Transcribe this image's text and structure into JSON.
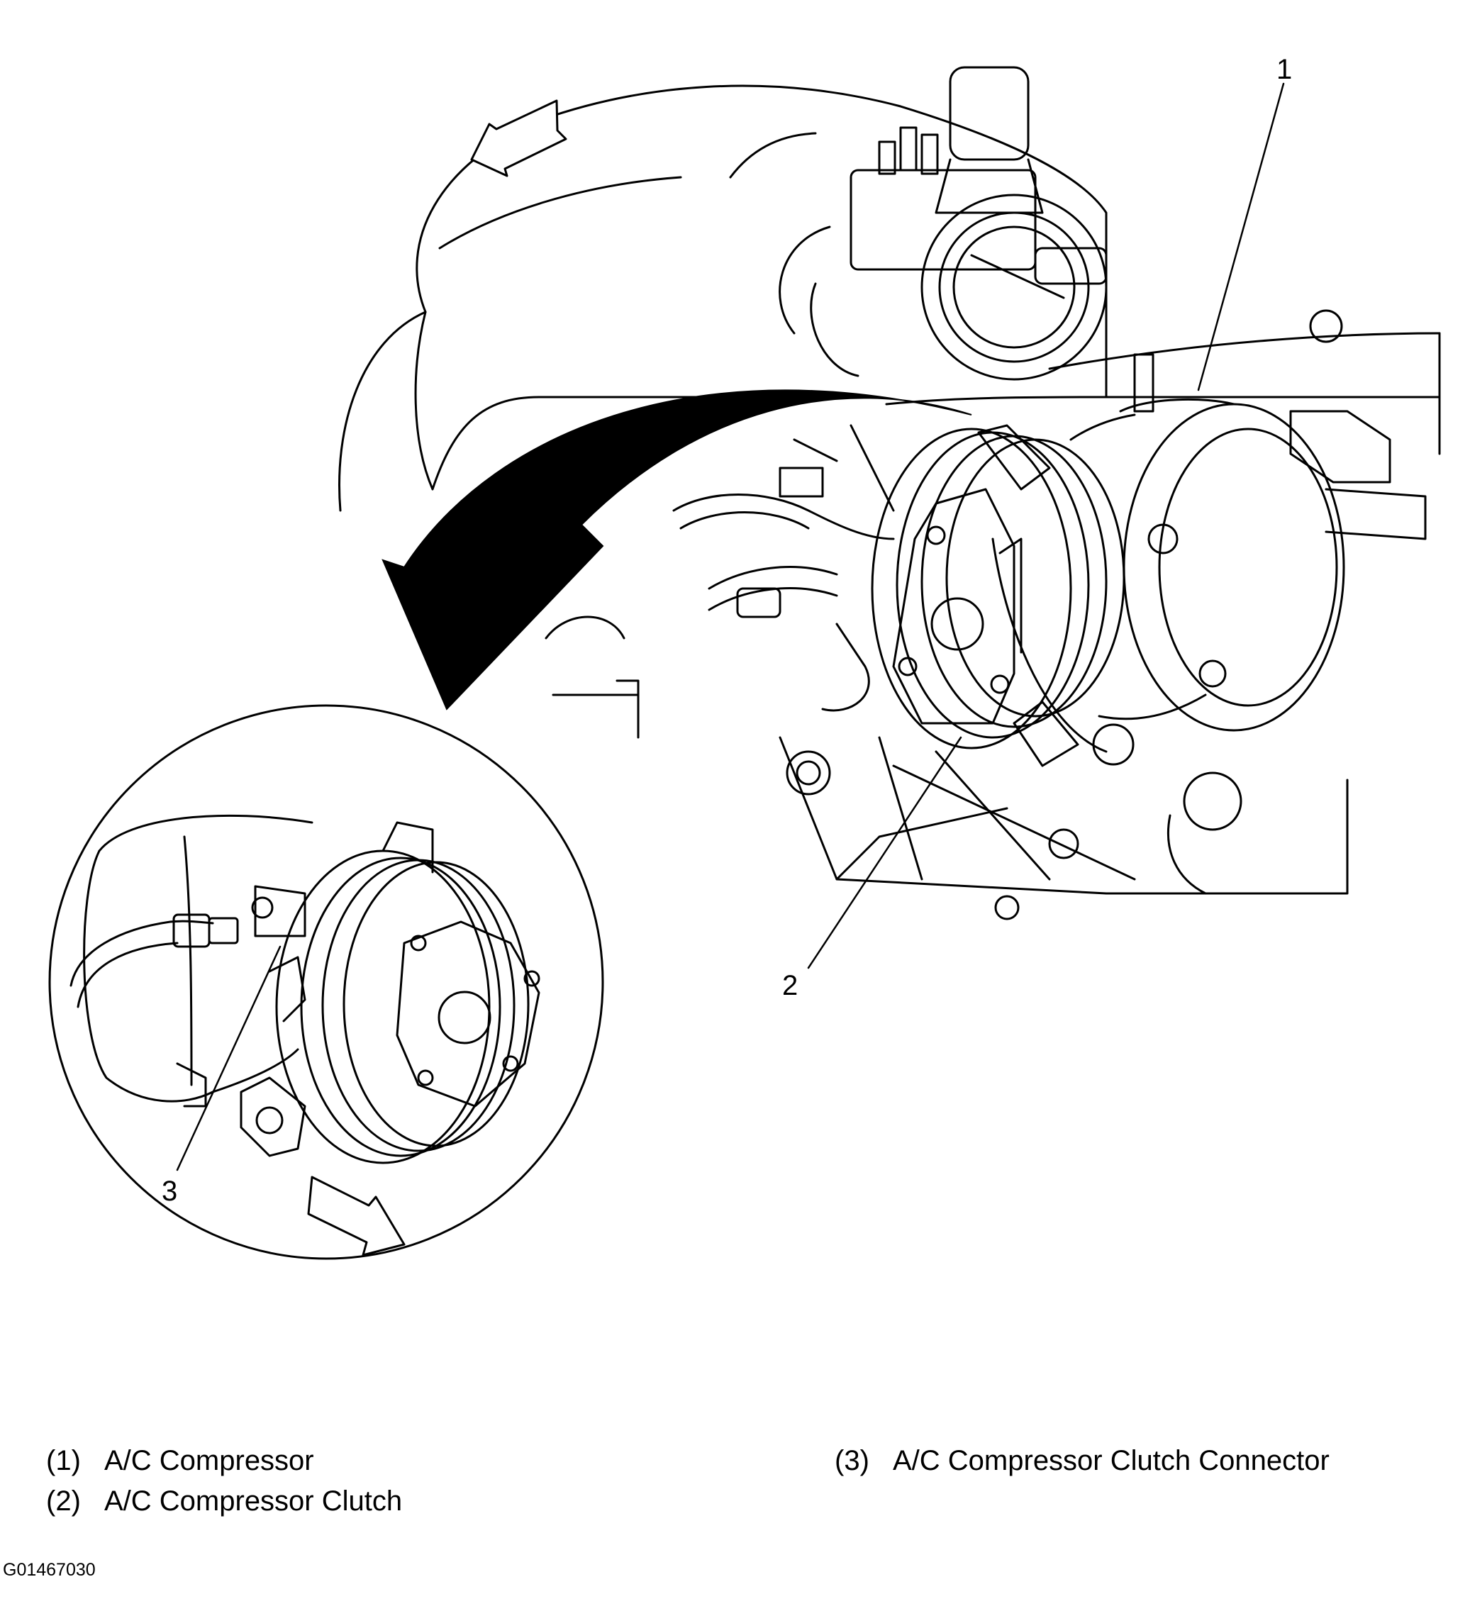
{
  "callouts": {
    "c1": "1",
    "c2": "2",
    "c3": "3"
  },
  "legend": [
    {
      "num": "(1)",
      "label": "A/C Compressor"
    },
    {
      "num": "(2)",
      "label": "A/C Compressor Clutch"
    },
    {
      "num": "(3)",
      "label": "A/C Compressor Clutch Connector"
    }
  ],
  "figure_id": "G01467030",
  "colors": {
    "line": "#000000",
    "background": "#ffffff"
  },
  "icons": {
    "arrow-forward-top": "hollow-arrow-icon",
    "arrow-curved": "solid-curved-arrow-icon",
    "arrow-forward-inset": "hollow-arrow-icon"
  }
}
